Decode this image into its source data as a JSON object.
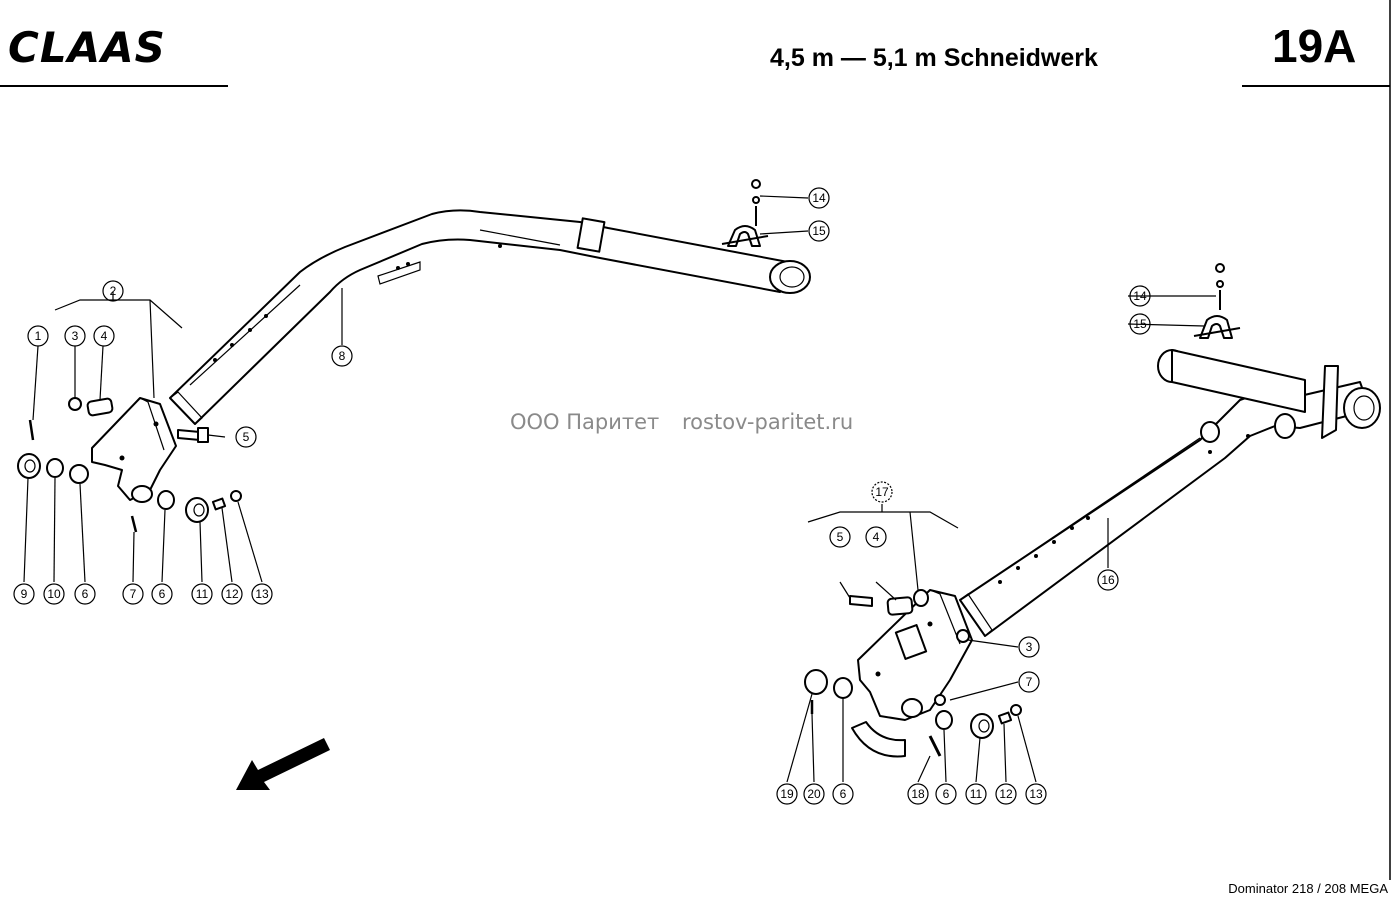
{
  "header": {
    "brand": "CLAAS",
    "title": "4,5 m — 5,1 m Schneidwerk",
    "page_number": "19A"
  },
  "watermark": {
    "company": "ООО Паритет",
    "site": "rostov-paritet.ru"
  },
  "footer": {
    "model": "Dominator 218 / 208 MEGA"
  },
  "callouts_left": [
    "1",
    "2",
    "3",
    "4",
    "5",
    "6",
    "6",
    "7",
    "8",
    "9",
    "10",
    "11",
    "12",
    "13",
    "14",
    "15"
  ],
  "callouts_right": [
    "3",
    "4",
    "5",
    "6",
    "6",
    "7",
    "11",
    "12",
    "13",
    "14",
    "15",
    "16",
    "17",
    "18",
    "19",
    "20"
  ]
}
